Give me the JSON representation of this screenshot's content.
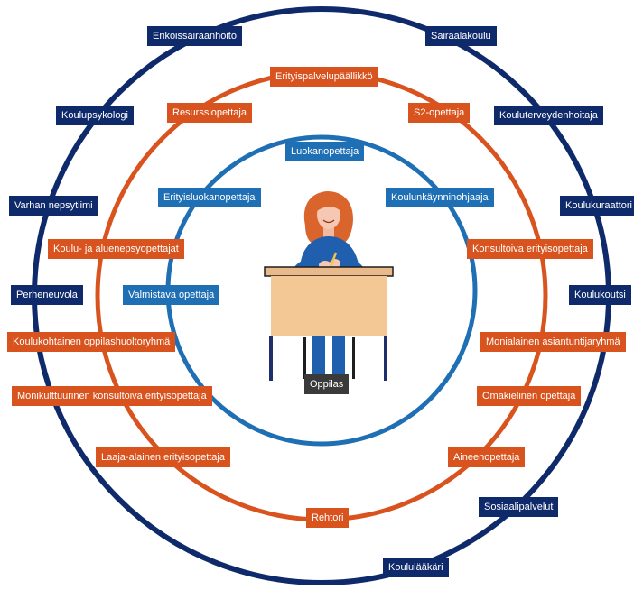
{
  "colors": {
    "outer_ring": "#0f2a6b",
    "middle_ring": "#d9531e",
    "inner_ring": "#1f6fb5",
    "center_label": "#3a3a3a"
  },
  "center": {
    "label": "Oppilas",
    "icon": "student-at-desk-icon"
  },
  "inner_ring": {
    "labels": [
      "Luokanopettaja",
      "Erityisluokanopettaja",
      "Koulunkäynninohjaaja",
      "Valmistava opettaja"
    ]
  },
  "middle_ring": {
    "labels": [
      "Erityispalvelupäällikkö",
      "Resurssiopettaja",
      "S2-opettaja",
      "Koulu- ja aluenepsyopettajat",
      "Konsultoiva erityisopettaja",
      "Koulukohtainen oppilashuoltoryhmä",
      "Monialainen asiantuntijaryhmä",
      "Monikulttuurinen konsultoiva erityisopettaja",
      "Omakielinen opettaja",
      "Laaja-alainen erityisopettaja",
      "Aineenopettaja",
      "Rehtori"
    ]
  },
  "outer_ring": {
    "labels": [
      "Erikoissairaanhoito",
      "Sairaalakoulu",
      "Koulupsykologi",
      "Kouluterveydenhoitaja",
      "Varhan nepsytiimi",
      "Koulukuraattori",
      "Perheneuvola",
      "Koulukoutsi",
      "Sosiaalipalvelut",
      "Koululääkäri"
    ]
  }
}
